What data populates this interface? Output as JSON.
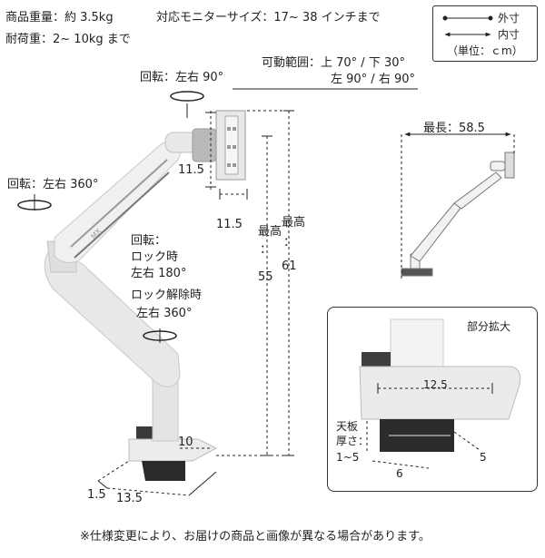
{
  "specs": {
    "weight": "商品重量：約 3.5kg",
    "load": "耐荷重：2~ 10kg まで",
    "monitor_size": "対応モニターサイズ：17~ 38 インチまで"
  },
  "legend": {
    "outer": "外寸",
    "inner": "内寸",
    "unit": "（単位：ｃm）"
  },
  "range": {
    "line1": "可動範囲：上 70° / 下 30°",
    "line2": "左 90° / 右 90°"
  },
  "rotations": {
    "top": "回転：左右 90°",
    "left": "回転：左右 360°",
    "middle_title": "回転：",
    "middle_lock": "ロック時",
    "middle_lock_deg": "左右 180°",
    "middle_unlock": "ロック解除時",
    "middle_unlock_deg": "左右 360°"
  },
  "dims": {
    "bracket_h": "11.5",
    "bracket_w": "11.5",
    "height_inner_label": "最高",
    "height_inner_sep": "：",
    "height_inner": "55",
    "height_outer_label": "最高",
    "height_outer_sep": "：",
    "height_outer": "61",
    "clamp_depth": "10",
    "clamp_base": "1.5",
    "clamp_width": "13.5",
    "max_length": "最長：58.5"
  },
  "detail": {
    "title": "部分拡大",
    "top_width": "12.5",
    "thickness_l1": "天板",
    "thickness_l2": "厚さ：",
    "thickness_l3": "1~5",
    "bottom_width": "6",
    "bottom_depth": "5"
  },
  "brand_mark": "MX",
  "footnote": "※仕様変更により、お届けの商品と画像が異なる場合があります。"
}
